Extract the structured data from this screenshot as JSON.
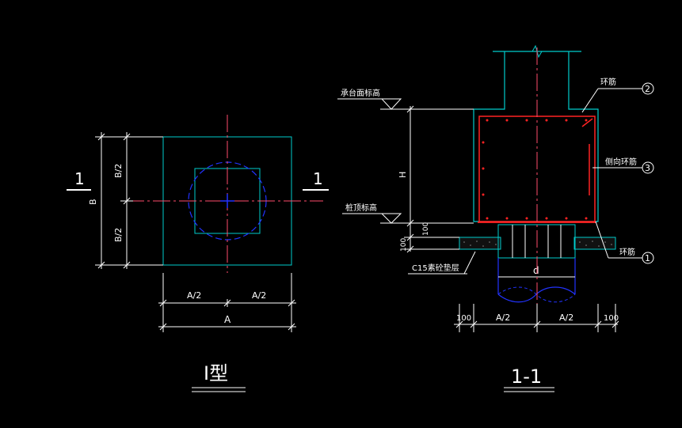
{
  "colors": {
    "background": "#000000",
    "outline": "#00cccc",
    "dimension": "#ffffff",
    "centerline": "#ff4d6d",
    "column": "#2233ff",
    "rebar": "#ff2222"
  },
  "plan_view": {
    "section_mark_left": "1",
    "section_mark_right": "1",
    "dim_B_half_top": "B/2",
    "dim_B_half_bottom": "B/2",
    "dim_B": "B",
    "dim_A_half_left": "A/2",
    "dim_A_half_right": "A/2",
    "dim_A": "A",
    "title": "I型"
  },
  "section_view": {
    "label_cap_top_elev": "承台面标高",
    "label_pile_top_elev": "桩顶标高",
    "label_hoop_2": "环筋",
    "label_side_hoop_3": "侧向环筋",
    "label_hoop_1": "环筋",
    "marker_1": "1",
    "marker_2": "2",
    "marker_3": "3",
    "dim_H": "H",
    "dim_100_a": "100",
    "dim_100_b": "100",
    "label_cushion": "C15素砼垫层",
    "dim_d": "d",
    "dim_100_left": "100",
    "dim_A_half_left": "A/2",
    "dim_A_half_right": "A/2",
    "dim_100_right": "100",
    "title": "1-1"
  }
}
